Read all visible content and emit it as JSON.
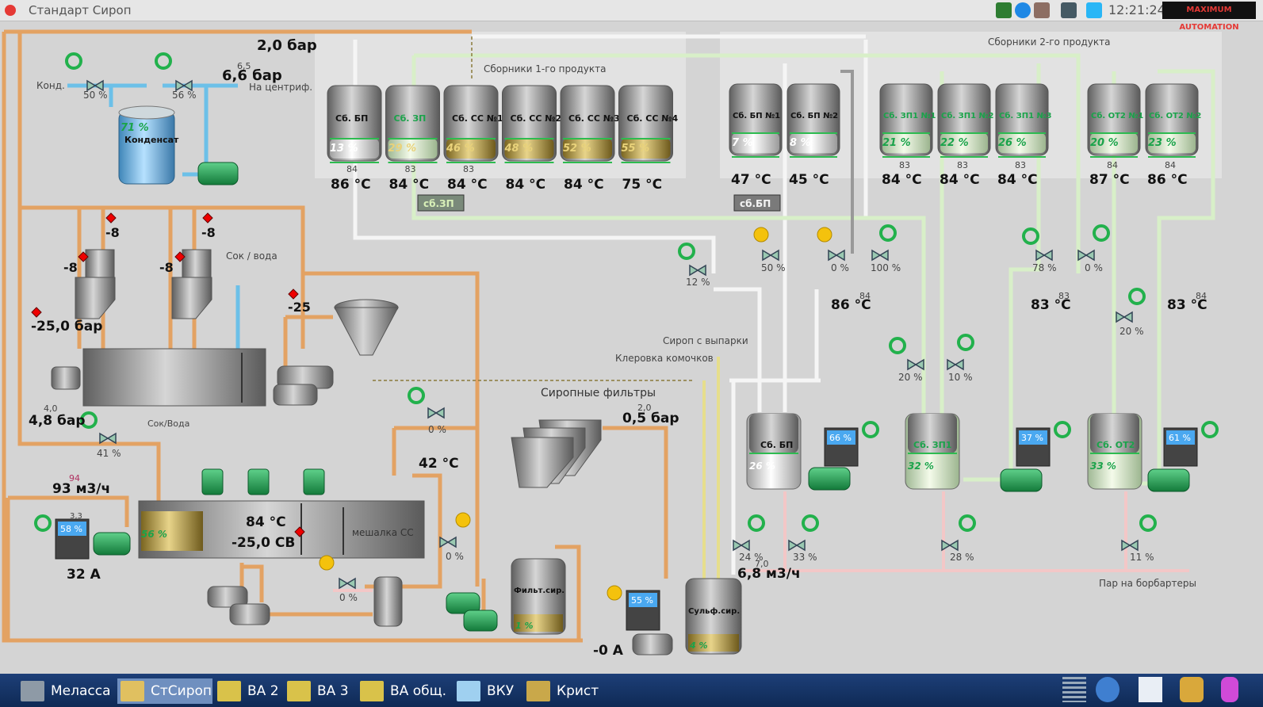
{
  "window": {
    "title": "Стандарт Сироп",
    "clock": "12:21:24",
    "logo": "MAXIMUM AUTOMATION"
  },
  "labels": {
    "press_top": "2,0 бар",
    "press_centr": "6,6 бар",
    "press_centr_small": "6,5",
    "kond_in": "Конд.",
    "to_centr": "На центриф.",
    "kondensat": "Конденсат",
    "kond_level": "71 %",
    "valve_k1": "50 %",
    "valve_k2": "56 %",
    "m1": "-8",
    "m2": "-8",
    "m3": "-8",
    "m4": "-8",
    "vac": "-25,0 бар",
    "v25": "-25",
    "sok_voda": "Сок / вода",
    "sokvoda2": "Сок/Вода",
    "p48": "4,8 бар",
    "p48s": "4,0",
    "v41": "41 %",
    "flow93": "93 м3/ч",
    "flow93s": "94",
    "s33": "3,3",
    "pump_lvl": "58 %",
    "amps": "32 А",
    "t84": "84 °C",
    "cv": "-25,0 СВ",
    "mix": "мешалка СС",
    "mix_lvl": "56 %",
    "v0a": "0 %",
    "v0b": "0 %",
    "v0c": "0 %",
    "t42": "42 °C",
    "filters": "Сиропные фильтры",
    "p05": "0,5 бар",
    "p05s": "2,0",
    "filt_tank": "Фильт.сир.",
    "filt_lvl": "1 %",
    "syr_vyp": "Сироп с выпарки",
    "klerovka": "Клеровка комочков",
    "sulf": "Сульф.сир.",
    "sulf_lvl": "4 %",
    "sulf_pump": "55 %",
    "amps0": "-0 А",
    "flow68": "6,8 м3/ч",
    "flow68s": "7,0",
    "par": "Пар на борбартеры",
    "grp1": "Сборники 1-го продукта",
    "grp2": "Сборники 2-го продукта",
    "btn_zp": "сб.ЗП",
    "btn_bp": "сб.БП",
    "vt12": "12 %",
    "vt50": "50 %",
    "vt0": "0 %",
    "vt100": "100 %",
    "vt78": "78 %",
    "vt0b": "0 %",
    "t86": "86 °C",
    "t86s": "84",
    "t83a": "83 °C",
    "t83as": "83",
    "t83b": "83 °C",
    "t83bs": "84",
    "vt20a": "20 %",
    "vt10": "10 %",
    "vt20b": "20 %",
    "bp_tank": "Сб. БП",
    "bp_lvl": "26 %",
    "bp_pump": "66 %",
    "zp1_tank": "Сб. ЗП1",
    "zp1_lvl": "32 %",
    "zp1_pump": "37 %",
    "ot2_tank": "Сб. ОТ2",
    "ot2_lvl": "33 %",
    "ot2_pump": "61 %",
    "vb24": "24 %",
    "vb33": "33 %",
    "vb28": "28 %",
    "vb11": "11 %"
  },
  "tanks1": [
    {
      "name": "Сб. БП",
      "level": "13 %",
      "temp": "86 °C",
      "small": "84"
    },
    {
      "name": "Сб. ЗП",
      "level": "29 %",
      "temp": "84 °C",
      "small": "83"
    },
    {
      "name": "Сб. СС №1",
      "level": "46 %",
      "temp": "84 °C",
      "small": "83"
    },
    {
      "name": "Сб. СС №2",
      "level": "48 %",
      "temp": "84 °C",
      "small": ""
    },
    {
      "name": "Сб. СС №3",
      "level": "52 %",
      "temp": "84 °C",
      "small": ""
    },
    {
      "name": "Сб. СС №4",
      "level": "55 %",
      "temp": "75 °C",
      "small": ""
    }
  ],
  "tanks2": [
    {
      "name": "Сб. БП №1",
      "level": "7 %",
      "temp": "47 °C",
      "small": ""
    },
    {
      "name": "Сб. БП №2",
      "level": "8 %",
      "temp": "45 °C",
      "small": ""
    },
    {
      "name": "Сб. ЗП1 №1",
      "level": "21 %",
      "temp": "84 °C",
      "small": "83"
    },
    {
      "name": "Сб. ЗП1 №2",
      "level": "22 %",
      "temp": "84 °C",
      "small": "83"
    },
    {
      "name": "Сб. ЗП1 №3",
      "level": "26 %",
      "temp": "84 °C",
      "small": "83"
    },
    {
      "name": "Сб. ОТ2 №1",
      "level": "20 %",
      "temp": "87 °C",
      "small": "84"
    },
    {
      "name": "Сб. ОТ2 №2",
      "level": "23 %",
      "temp": "86 °C",
      "small": "84"
    }
  ],
  "taskbar": [
    {
      "label": "Меласса",
      "color": "#8e9aa6"
    },
    {
      "label": "СтСироп",
      "color": "#e0c060"
    },
    {
      "label": "ВА 2",
      "color": "#d9c24a"
    },
    {
      "label": "ВА 3",
      "color": "#d9c24a"
    },
    {
      "label": "ВА общ.",
      "color": "#d9c24a"
    },
    {
      "label": "ВКУ",
      "color": "#9fd0f0"
    },
    {
      "label": "Крист",
      "color": "#c9a84a"
    }
  ]
}
